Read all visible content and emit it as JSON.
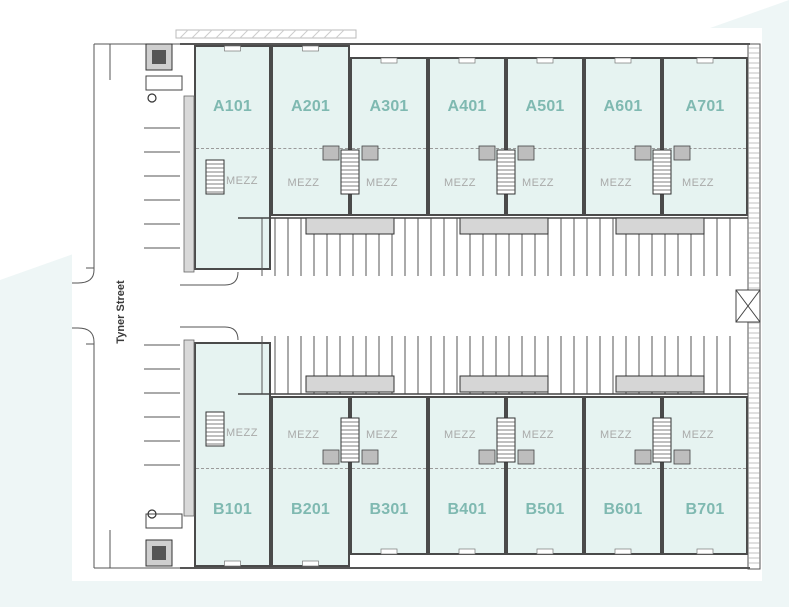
{
  "street": {
    "name": "Tyner Street"
  },
  "colors": {
    "unit_fill": "#e6f3f1",
    "unit_label": "#7fb9b1",
    "mezz_label": "#a9aaa9",
    "wall": "#4a4a4a",
    "background_tint": "#eef6f6"
  },
  "rows": [
    {
      "id": "A",
      "units": [
        {
          "id": "A101",
          "label": "A101",
          "mezz": ""
        },
        {
          "id": "A201",
          "label": "A201",
          "mezz": "MEZZ"
        },
        {
          "id": "A301",
          "label": "A301",
          "mezz": "MEZZ"
        },
        {
          "id": "A401",
          "label": "A401",
          "mezz": "MEZZ"
        },
        {
          "id": "A501",
          "label": "A501",
          "mezz": "MEZZ"
        },
        {
          "id": "A601",
          "label": "A601",
          "mezz": "MEZZ"
        },
        {
          "id": "A701",
          "label": "A701",
          "mezz": "MEZZ"
        }
      ],
      "extra_mezz": "MEZZ"
    },
    {
      "id": "B",
      "units": [
        {
          "id": "B101",
          "label": "B101",
          "mezz": ""
        },
        {
          "id": "B201",
          "label": "B201",
          "mezz": "MEZZ"
        },
        {
          "id": "B301",
          "label": "B301",
          "mezz": "MEZZ"
        },
        {
          "id": "B401",
          "label": "B401",
          "mezz": "MEZZ"
        },
        {
          "id": "B501",
          "label": "B501",
          "mezz": "MEZZ"
        },
        {
          "id": "B601",
          "label": "B601",
          "mezz": "MEZZ"
        },
        {
          "id": "B701",
          "label": "B701",
          "mezz": "MEZZ"
        }
      ],
      "extra_mezz": "MEZZ"
    }
  ]
}
